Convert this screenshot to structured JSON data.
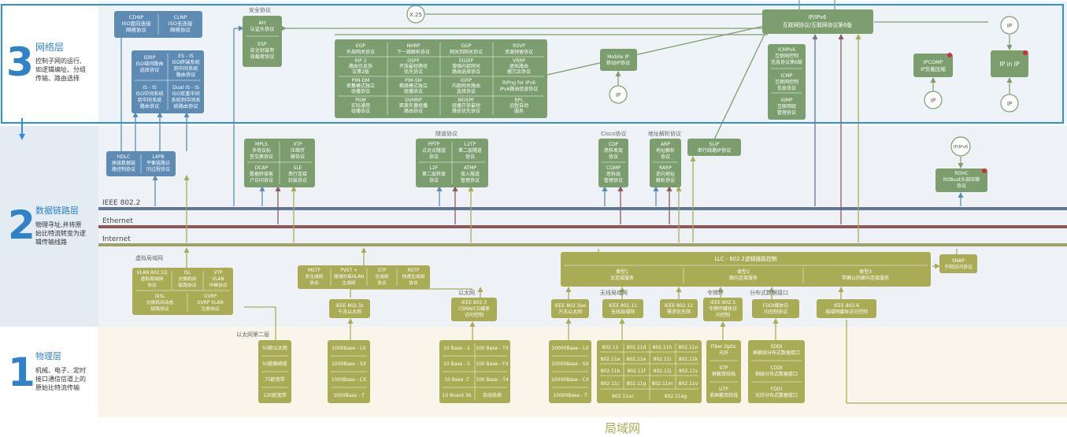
{
  "layers": {
    "network": {
      "num": "3",
      "title": "网络层",
      "desc1": "控制子网的运行,",
      "desc2": "如逻辑编址、分组",
      "desc3": "传输、路由选择"
    },
    "datalink": {
      "num": "2",
      "title": "数据链路层",
      "desc1": "物理寻址,并将原",
      "desc2": "始比特流转变为逻",
      "desc3": "辑传输线路"
    },
    "physical": {
      "num": "1",
      "title": "物理层",
      "desc1": "机械、电子、定时",
      "desc2": "接口通信信道上的",
      "desc3": "原始比特流传输"
    }
  },
  "buses": {
    "b1": "IEEE 802.2",
    "b2": "Ethernet",
    "b3": "Internet"
  },
  "groups": {
    "security": "安全协议",
    "tunnel": "隧道协议",
    "cisco": "Cisco协议",
    "addr": "地址解析协议",
    "vlan": "虚拟局域网",
    "ethernet": "以太网",
    "wireless": "无线局域网",
    "tokenring": "令牌环",
    "fddi": "分布式数据接口",
    "eth2": "以太网第二层",
    "lan": "局域网"
  },
  "net": {
    "clnp": "CDNP",
    "clnp2": "ISO面向连接",
    "clnp3": "网络协议",
    "clns": "CLNP",
    "clns2": "ISO无连接",
    "clns3": "网络协议",
    "idrp": "IDRP",
    "idrp2": "ISO域间路由",
    "idrp3": "选择协议",
    "esis": "ES - IS",
    "esis2": "ISO终端系统",
    "esis3": "到中间系统",
    "esis4": "路由协议",
    "isis": "IS - IS",
    "isis2": "ISO中间系统",
    "isis3": "到中间系统",
    "isis4": "路由协议",
    "dualisis": "Dual IS - IS",
    "dualisis2": "ISO双重中间",
    "dualisis3": "系统到中间系",
    "dualisis4": "统路由协议",
    "ah": "AH",
    "ah2": "认证头协议",
    "esp": "ESP",
    "esp2": "安全封装有",
    "esp3": "效载荷协议",
    "x25": "X.25",
    "egp": "EGP",
    "egp2": "外部网关协议",
    "nhrp": "NHRP",
    "nhrp2": "下一跳解析协议",
    "ggp": "GGP",
    "ggp2": "网关到网关协议",
    "rsvp": "RSVP",
    "rsvp2": "资源预留协议",
    "rip2": "RIP 2",
    "rip22": "路由信息协",
    "rip23": "议第2版",
    "ospf": "OSPF",
    "ospf2": "开放最短路径",
    "ospf3": "优先协议",
    "eigrp": "EIGRP",
    "eigrp2": "增强内部网关",
    "eigrp3": "路由选择协议",
    "vrrp": "VRRP",
    "vrrp2": "虚拟路由",
    "vrrp3": "器冗余协议",
    "pimdm": "PIM-DM",
    "pimdm2": "密集模式独立",
    "pimdm3": "组播协议",
    "pimsm": "PIM-SM",
    "pimsm2": "稀疏模式独立",
    "pimsm3": "组播协议",
    "igrp": "IGRP",
    "igrp2": "内部网关路由",
    "igrp3": "选择协议",
    "ripng": "RIPng for IPv6",
    "ripng2": "IPv6路由信息协议",
    "pgm": "PGM",
    "pgm2": "实际通用",
    "pgm3": "组播协议",
    "dvmrp": "DVMRP",
    "dvmrp2": "距离矢量组播",
    "dvmrp3": "路由协议",
    "mospf": "MOSPF",
    "mospf2": "组播开放最短",
    "mospf3": "路径优先协议",
    "rpl": "RPL",
    "rpl2": "远程自动",
    "rpl3": "服务",
    "mobileip": "Mobile IP",
    "mobileip2": "移动IP协议",
    "ip": "IP",
    "ipipv6": "IP/IPv6",
    "ipipv62": "互联网协议/互联网协议第6版",
    "icmpv6": "ICMPv6",
    "icmpv62": "互联网控制",
    "icmpv63": "信息协议第6版",
    "icmp": "ICMP",
    "icmp2": "互联网控制",
    "icmp3": "信息协议",
    "igmp": "IGMP",
    "igmp2": "互联网组",
    "igmp3": "管理协议",
    "ipcomp": "IPCOMP",
    "ipcomp2": "IP负载压缩",
    "ipinip": "IP in IP"
  },
  "dl": {
    "hdlc": "HDLC",
    "hdlc2": "高级数据链",
    "hdlc3": "路控制协议",
    "lapb": "LAPB",
    "lapb2": "平衡链路访",
    "lapb3": "问过程协议",
    "mpls": "MPLS",
    "mpls2": "多协议标",
    "mpls3": "签交换协议",
    "xtp": "XTP",
    "xtp2": "压缩传",
    "xtp3": "输协议",
    "dcap": "DCAP",
    "dcap2": "数据转接客",
    "dcap3": "户访问协议",
    "sle": "SLE",
    "sle2": "串行连接",
    "sle3": "封装协议",
    "pptp": "PPTP",
    "pptp2": "点对点隧道",
    "pptp3": "协议",
    "l2tp": "L2TP",
    "l2tp2": "第二层隧道",
    "l2tp3": "协议",
    "l2f": "L2F",
    "l2f2": "第二层转发",
    "l2f3": "协议",
    "atmp": "ATMP",
    "atmp2": "接入隧道",
    "atmp3": "管理协议",
    "cdp": "CDP",
    "cdp2": "思科发现",
    "cdp3": "协议",
    "cgmp": "CGMP",
    "cgmp2": "思科组",
    "cgmp3": "管理协议",
    "arp": "ARP",
    "arp2": "地址解析",
    "arp3": "协议",
    "rarp": "RARP",
    "rarp2": "逆向地址",
    "rarp3": "解析协议",
    "slip": "SLIP",
    "slip2": "串行线路IP协议",
    "ipipv6small": "IP/IPv6",
    "rohc": "ROHC",
    "rohc2": "ROBust头部压缩",
    "rohc3": "协议",
    "vlan8021q": "VLAN 802.1Q",
    "vlan8021q2": "虚拟局域网",
    "vlan8021q3": "协议",
    "isl": "ISL",
    "isl2": "交换机间",
    "isl3": "链路协议",
    "vtp": "VTP",
    "vtp2": "VLAN",
    "vtp3": "中继协议",
    "disl": "DISL",
    "disl2": "交换机间动态",
    "disl3": "链路协议",
    "gvrp": "GVRP",
    "gvrp2": "GVRP VLAN",
    "gvrp3": "注册协议",
    "mstp": "MSTP",
    "mstp2": "多生成树",
    "mstp3": "协议",
    "pvst": "PVST +",
    "pvst2": "增强的每VLAN",
    "pvst3": "生成树",
    "stp": "STP",
    "stp2": "生成树",
    "stp3": "协议",
    "rstp": "RSTP",
    "rstp2": "快速生成树",
    "rstp3": "协议",
    "llc": "LLC - 802.2逻辑链路控制",
    "llc_t1": "类型1",
    "llc_t1b": "无连接服务",
    "llc_t2": "类型2",
    "llc_t2b": "面向连接服务",
    "llc_t3": "类型3",
    "llc_t3b": "带确认的面向连接服务",
    "snap": "SNAP",
    "snap2": "子网访问协议",
    "ieee8023z": "IEEE 802.3z",
    "ieee8023z2": "千兆以太网",
    "ieee8023": "IEEE 802.3",
    "ieee80232": "CSMA/CD媒体",
    "ieee80233": "访问控制",
    "ieee8023ae": "IEEE 802.3ae",
    "ieee8023ae2": "万兆以太网",
    "ieee80211": "IEEE 802.11",
    "ieee802112": "无线局域网",
    "ieee80212": "IEEE 802.12",
    "ieee802122": "需求优先网",
    "ieee8025": "IEEE 802.5",
    "ieee80252": "令牌环媒体访",
    "ieee80253": "问控制",
    "fddimac": "FDDI媒体访",
    "fddimac2": "问控制协议",
    "ieee8026": "IEEE 802.6",
    "ieee80262": "城域网媒体访问控制"
  },
  "phy": {
    "eth2_1": "50欧以太网",
    "eth2_2": "50欧细线缆",
    "eth2_3": "75欧宽带",
    "eth2_4": "120欧宽带",
    "g1": "1000Base - LX",
    "g2": "1000Base - SX",
    "g3": "1000Base - CX",
    "g4": "1000Base - T",
    "e1": "10 Base - 2",
    "e2": "100 Base - TX",
    "e3": "10 Base - 5",
    "e4": "100 Base - FX",
    "e5": "10 Base -T",
    "e6": "100 Base - T4",
    "e7": "10 Board 36",
    "e8": "自动协商",
    "x1": "10000Base - LX",
    "x2": "10000Base - SX",
    "x3": "10000Base - CX",
    "x4": "10000Base - T",
    "w1": "802.11",
    "w2": "802.11d",
    "w3": "802.11h",
    "w4": "802.11n",
    "w5": "802.11a",
    "w6": "802.11e",
    "w7": "802.11i",
    "w8": "802.11k",
    "w9": "802.11b",
    "w10": "802.11f",
    "w11": "802.11j",
    "w12": "802.11s",
    "w13": "802.11c",
    "w14": "802.11g",
    "w15": "802.11m",
    "w16": "802.11v",
    "w17": "802.11ac",
    "w18": "802.11ag",
    "fiber": "Fiber Optic",
    "fiber2": "光纤",
    "stp": "STP",
    "stp2": "屏蔽双绞线",
    "utp": "UTP",
    "utp2": "非屏蔽双绞线",
    "sddi": "SDDI",
    "sddi2": "屏蔽线分布式数据接口",
    "cddi": "CDDI",
    "cddi2": "铜线分布式数据接口",
    "fddi": "FDDI",
    "fddi2": "光纤分布式数据接口"
  },
  "colors": {
    "blue": "#5d8bb4",
    "green": "#7c9e6e",
    "olive": "#a9ac55",
    "highlight": "#2f8ee6"
  }
}
